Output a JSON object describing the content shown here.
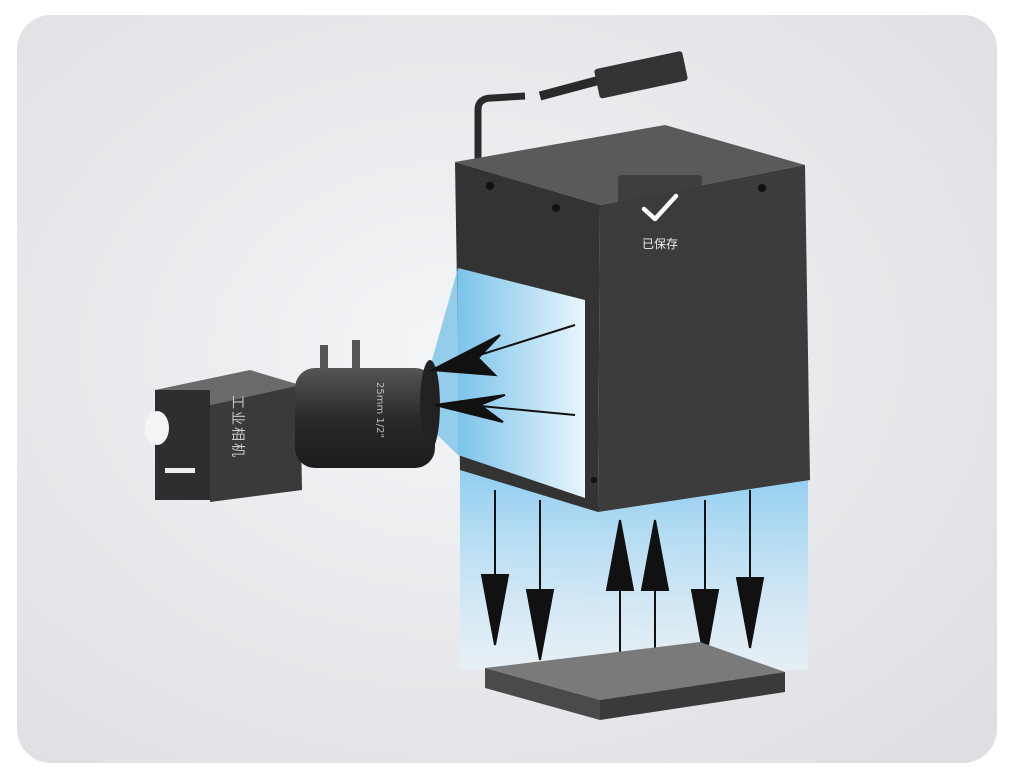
{
  "image": {
    "camera_label": "工业相机",
    "lens_label": "25mm 1/2\""
  },
  "toast": {
    "icon": "checkmark-icon",
    "message": "已保存"
  },
  "colors": {
    "light_blue": "#8fcdf0",
    "housing": "#3a3a3a",
    "toast_bg": "#3c3c3c"
  }
}
